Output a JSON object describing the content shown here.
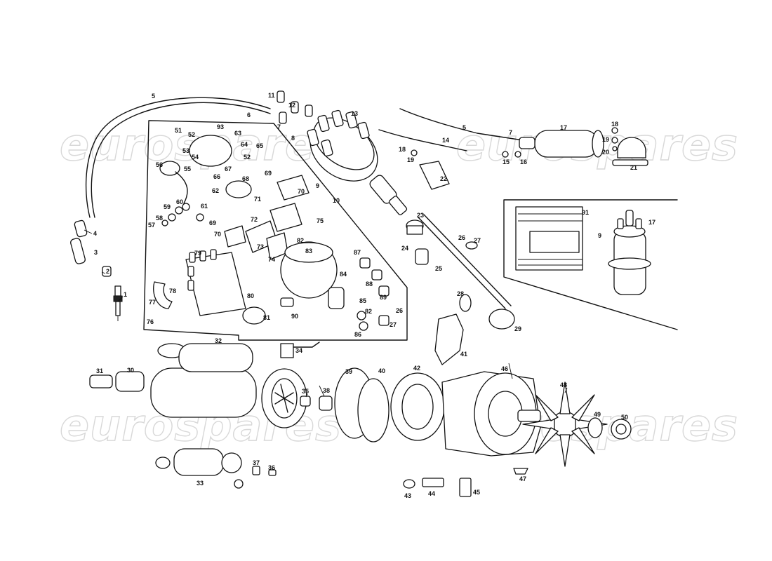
{
  "watermark": {
    "text": "eurospares",
    "color_stroke": "#d8d8d8"
  },
  "labels": {
    "p1": "1",
    "p2": "2",
    "p3": "3",
    "p4": "4",
    "p5a": "5",
    "p5b": "5",
    "p6": "6",
    "p7a": "7",
    "p7b": "7",
    "p8": "8",
    "p9a": "9",
    "p9b": "9",
    "p10": "10",
    "p11": "11",
    "p12": "12",
    "p13": "13",
    "p14": "14",
    "p15": "15",
    "p16": "16",
    "p17a": "17",
    "p17b": "17",
    "p18a": "18",
    "p18b": "18",
    "p19a": "19",
    "p19b": "19",
    "p20": "20",
    "p21": "21",
    "p22": "22",
    "p23": "23",
    "p24": "24",
    "p25": "25",
    "p26a": "26",
    "p26b": "26",
    "p27a": "27",
    "p27b": "27",
    "p28": "28",
    "p29": "29",
    "p30": "30",
    "p31": "31",
    "p32": "32",
    "p33": "33",
    "p34": "34",
    "p35": "35",
    "p36": "36",
    "p37": "37",
    "p38": "38",
    "p39": "39",
    "p40": "40",
    "p41": "41",
    "p42": "42",
    "p43": "43",
    "p44": "44",
    "p45": "45",
    "p46": "46",
    "p47": "47",
    "p48": "48",
    "p49": "49",
    "p50": "50",
    "p51": "51",
    "p52a": "52",
    "p52b": "52",
    "p53": "53",
    "p54": "54",
    "p55": "55",
    "p56": "56",
    "p57": "57",
    "p58": "58",
    "p59": "59",
    "p60": "60",
    "p61": "61",
    "p62": "62",
    "p63": "63",
    "p64": "64",
    "p65": "65",
    "p66": "66",
    "p67": "67",
    "p68": "68",
    "p69a": "69",
    "p69b": "69",
    "p70a": "70",
    "p70b": "70",
    "p71": "71",
    "p72": "72",
    "p73": "73",
    "p74": "74",
    "p75": "75",
    "p76": "76",
    "p77": "77",
    "p78": "78",
    "p79": "79",
    "p80": "80",
    "p81": "81",
    "p82a": "82",
    "p82b": "82",
    "p83": "83",
    "p84": "84",
    "p85": "85",
    "p86": "86",
    "p87": "87",
    "p88": "88",
    "p89": "89",
    "p90": "90",
    "p91": "91",
    "p93": "93"
  }
}
